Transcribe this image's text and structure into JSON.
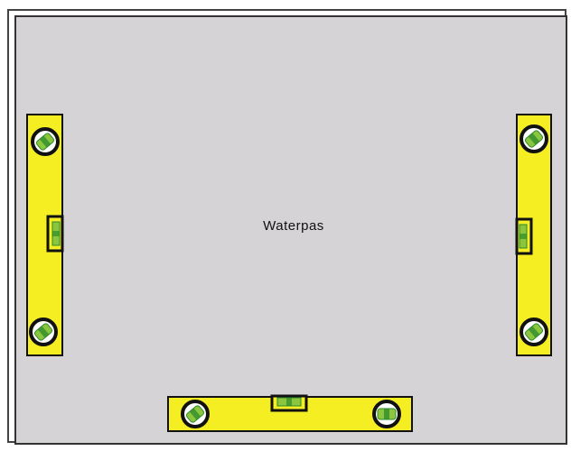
{
  "app": {
    "title": "Waterpas"
  },
  "colors": {
    "panel": "#d6d3d6",
    "level_body": "#f4ee22",
    "bubble_liquid": "#8cc63f",
    "bubble_dark": "#2b8a2b",
    "outline": "#111111"
  },
  "levels": [
    {
      "id": "left",
      "orientation": "vertical",
      "icon": "spirit-level-icon"
    },
    {
      "id": "right",
      "orientation": "vertical",
      "icon": "spirit-level-icon"
    },
    {
      "id": "bottom",
      "orientation": "horizontal",
      "icon": "spirit-level-icon"
    }
  ]
}
